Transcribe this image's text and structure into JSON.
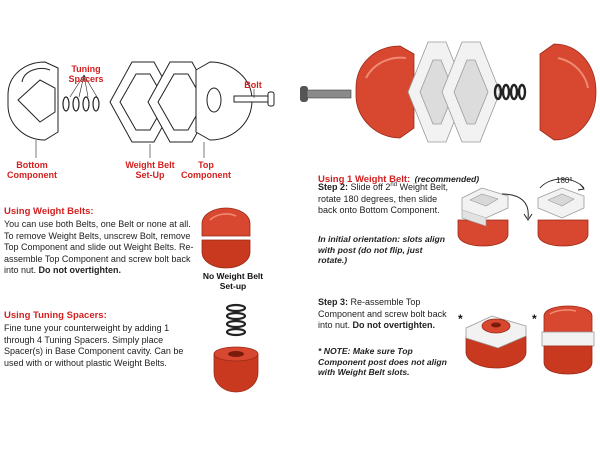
{
  "diagram_labels": {
    "tuning_spacers": "Tuning Spacers",
    "bolt": "Bolt",
    "bottom_component": "Bottom Component",
    "weight_belt_setup": "Weight Belt Set-Up",
    "top_component": "Top Component",
    "no_weight_belt_setup": "No Weight Belt Set-up",
    "rotate_degrees": "180°"
  },
  "weight_belts_section": {
    "heading": "Using Weight Belts:",
    "body": "You can use both Belts, one Belt or none at all. To remove Weight Belts, unscrew Bolt, remove Top Component and slide out Weight Belts. Re-assemble Top Component and screw bolt back into nut.",
    "emphasis": "Do not overtighten."
  },
  "tuning_spacers_section": {
    "heading": "Using Tuning Spacers:",
    "body": "Fine tune your counterweight by adding 1 through 4 Tuning Spacers. Simply place Spacer(s) in Base Component cavity. Can be used with or without plastic Weight Belts."
  },
  "one_belt_section": {
    "heading": "Using 1 Weight Belt:",
    "heading_note": "(recommended)",
    "step2_label": "Step 2:",
    "step2_body_a": "Slide off 2",
    "step2_sup": "nd",
    "step2_body_b": "Weight Belt, rotate 180 degrees, then slide back onto Bottom Component.",
    "orientation_note": "In initial orientation: slots align with post (do not flip, just rotate.)",
    "step3_label": "Step 3:",
    "step3_body": "Re-assemble Top Component and screw bolt back into nut.",
    "step3_emphasis": "Do not overtighten.",
    "note_label": "* NOTE:",
    "note_body": "Make sure Top Component post does not align with Weight Belt slots.",
    "star": "*"
  },
  "colors": {
    "accent_red": "#d41f1f",
    "part_red": "#d8472f",
    "part_white": "#f2f2f2",
    "text": "#222222"
  }
}
